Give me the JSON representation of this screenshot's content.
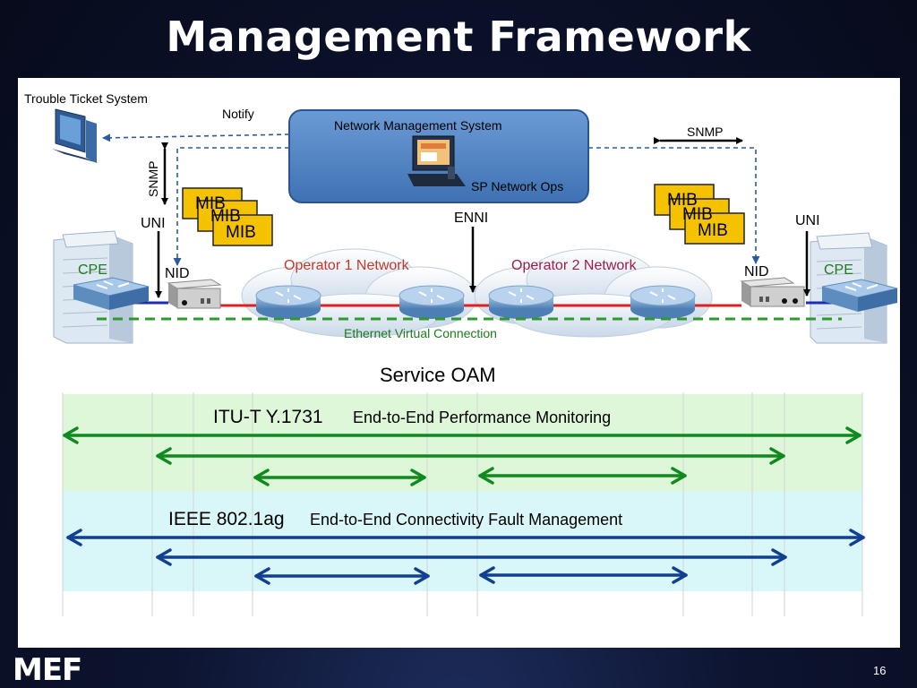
{
  "slide": {
    "title": "Management Framework",
    "page_number": "16",
    "footer_logo": "MEF"
  },
  "top": {
    "trouble_ticket": "Trouble Ticket System",
    "notify": "Notify",
    "nms": "Network Management System",
    "sp_ops": "SP Network Ops",
    "snmp_left": "SNMP",
    "snmp_right": "SNMP",
    "mib": "MIB",
    "uni_left": "UNI",
    "uni_right": "UNI",
    "enni": "ENNI",
    "nid_left": "NID",
    "nid_right": "NID",
    "cpe_left": "CPE",
    "cpe_right": "CPE",
    "op1": "Operator 1 Network",
    "op2": "Operator 2 Network",
    "evc": "Ethernet Virtual Connection"
  },
  "oam": {
    "heading": "Service OAM",
    "itu_std": "ITU-T Y.1731",
    "itu_desc": "End-to-End Performance Monitoring",
    "ieee_std": "IEEE 802.1ag",
    "ieee_desc": "End-to-End Connectivity Fault Management"
  },
  "colors": {
    "op1": "#c0392b",
    "op2": "#9b1d4a",
    "evc": "#2e9a2e",
    "itu_arrows": "#0f8a1e",
    "ieee_arrows": "#123f8f",
    "nms_box": "#4f81bd",
    "mib_fill": "#f5c200"
  }
}
